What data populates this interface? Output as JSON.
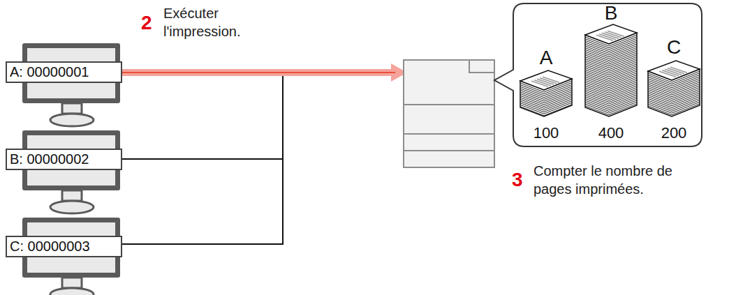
{
  "diagram": {
    "nodes": [
      {
        "text": [
          "A: 00000001"
        ]
      },
      {
        "text": [
          "B: 00000002"
        ]
      },
      {
        "text": [
          "C: 00000003"
        ]
      },
      {
        "text": [
          "A",
          "B",
          "C",
          "100",
          "400",
          "200"
        ]
      }
    ],
    "labels": [
      "2",
      "Exécuter l'impression.",
      "3",
      "Compter le nombre de pages imprimées."
    ]
  }
}
